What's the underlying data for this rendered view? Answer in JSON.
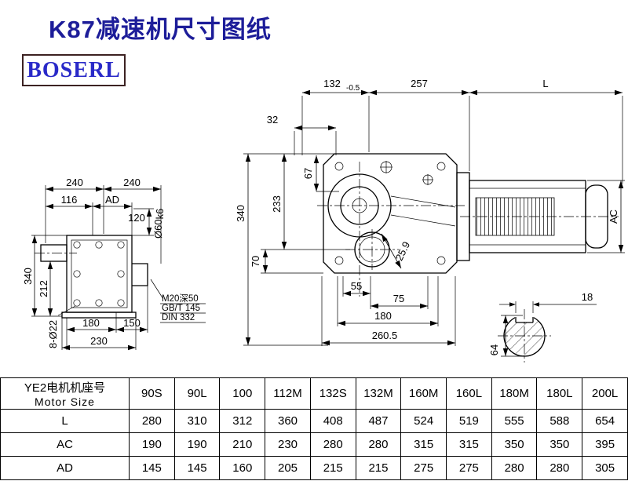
{
  "page": {
    "title": "K87减速机尺寸图纸",
    "logo": "BOSERL"
  },
  "drawing": {
    "main_view": {
      "dim_132": "132",
      "tol_132": "-0.5",
      "dim_257": "257",
      "dim_L": "L",
      "dim_32": "32",
      "dim_67": "67",
      "dim_340": "340",
      "dim_233": "233",
      "dim_70": "70",
      "dim_25_9": "25.9",
      "dim_55": "55",
      "dim_75": "75",
      "dim_180": "180",
      "dim_260_5": "260.5",
      "dim_AC": "AC"
    },
    "side_view": {
      "dim_240_left": "240",
      "dim_240_right": "240",
      "dim_116": "116",
      "dim_AD": "AD",
      "dim_120": "120",
      "dim_shaft_dia": "Ø60",
      "dim_shaft_fit": "k6",
      "dim_340": "340",
      "dim_212": "212",
      "dim_180": "180",
      "dim_150": "150",
      "dim_230": "230",
      "dim_holes": "8-Ø22",
      "note_line1": "M20深50",
      "note_line2": "GB/T 145",
      "note_line3": "DIN 332"
    },
    "shaft_view": {
      "dim_18": "18",
      "dim_64": "64"
    }
  },
  "table": {
    "header_cn": "YE2电机机座号",
    "header_en": "Motor Size",
    "columns": [
      "90S",
      "90L",
      "100",
      "112M",
      "132S",
      "132M",
      "160M",
      "160L",
      "180M",
      "180L",
      "200L"
    ],
    "rows": [
      {
        "label": "L",
        "values": [
          "280",
          "310",
          "312",
          "360",
          "408",
          "487",
          "524",
          "519",
          "555",
          "588",
          "654"
        ]
      },
      {
        "label": "AC",
        "values": [
          "190",
          "190",
          "210",
          "230",
          "280",
          "280",
          "315",
          "315",
          "350",
          "350",
          "395"
        ]
      },
      {
        "label": "AD",
        "values": [
          "145",
          "145",
          "160",
          "205",
          "215",
          "215",
          "275",
          "275",
          "280",
          "280",
          "305"
        ]
      }
    ]
  }
}
